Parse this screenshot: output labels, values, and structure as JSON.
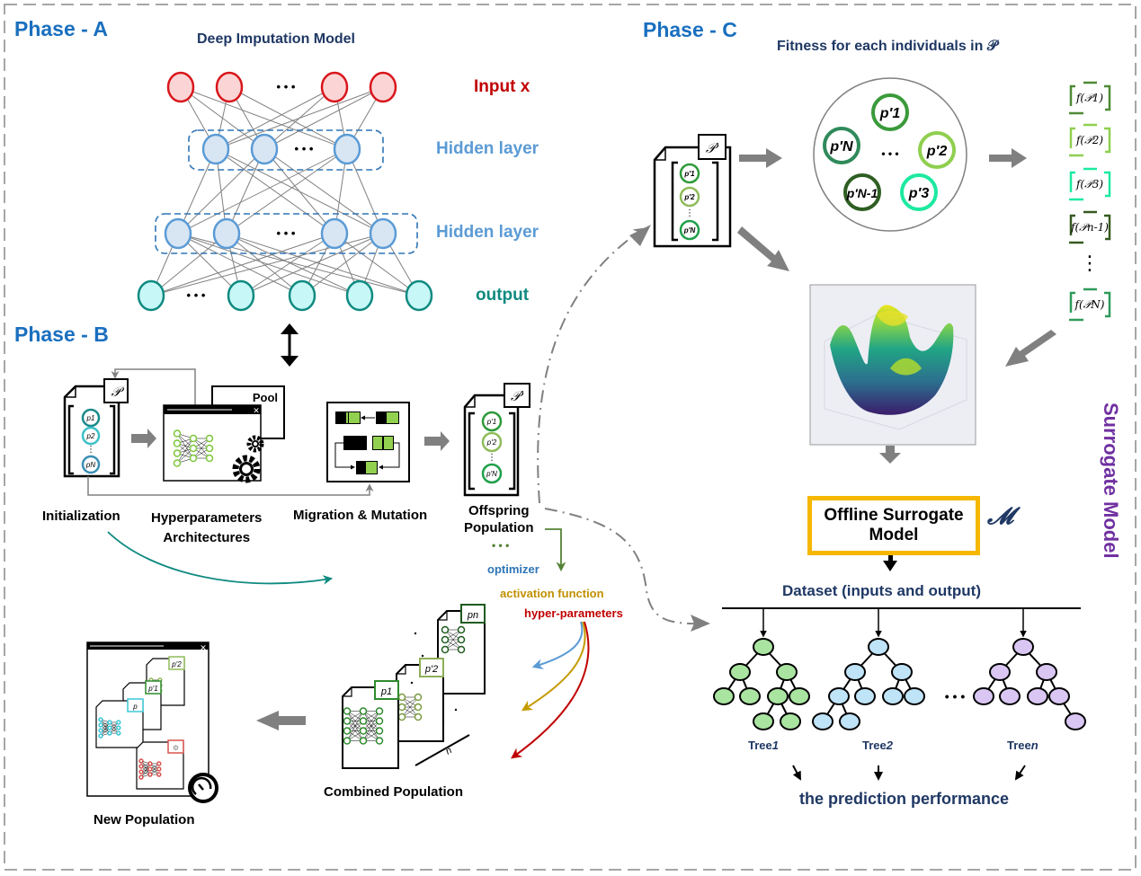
{
  "phases": {
    "a": "Phase - A",
    "b": "Phase - B",
    "c": "Phase - C"
  },
  "phase_a": {
    "title": "Deep Imputation Model",
    "input_label": "Input x",
    "hidden1_label": "Hidden layer",
    "hidden2_label": "Hidden layer",
    "output_label": "output",
    "ellipsis": "• • •",
    "colors": {
      "input": "#d9161c",
      "hidden": "#5b9bd5",
      "output": "#0f8a80"
    }
  },
  "phase_b": {
    "population_symbol": "𝒫",
    "individuals": [
      "p1",
      "p2",
      "pN"
    ],
    "pool_label": "Pool",
    "steps": {
      "initialization": "Initialization",
      "hyper_arch_line1": "Hyperparameters",
      "hyper_arch_line2": "Architectures",
      "migration_mutation": "Migration & Mutation",
      "offspring_line1": "Offspring",
      "offspring_line2": "Population"
    },
    "offspring_symbol": "𝒫′",
    "offspring_individuals": [
      "p′1",
      "p′2",
      "p′N"
    ],
    "param_ellipsis": "• • •",
    "params": [
      {
        "label": "optimizer",
        "color": "#2e75b6"
      },
      {
        "label": "activation function",
        "color": "#c09000"
      },
      {
        "label": "hyper-parameters",
        "color": "#c00000"
      }
    ],
    "combined_population": "Combined Population",
    "combined_tags": [
      "p1",
      "p′2",
      "pn"
    ],
    "combined_n": "n",
    "new_population": "New Population",
    "new_tags": [
      "p",
      "p′1",
      "p′2"
    ]
  },
  "phase_c": {
    "title": "Fitness for each individuals in 𝒫",
    "population_symbol": "𝒫′",
    "individuals": [
      "p′1",
      "p′2",
      "p′N"
    ],
    "circle_members": [
      {
        "label": "p′1",
        "color": "#3a9a3a"
      },
      {
        "label": "p′2",
        "color": "#8fcf4f"
      },
      {
        "label": "p′3",
        "color": "#1de9a0"
      },
      {
        "label": "p′N-1",
        "color": "#2e5e22"
      },
      {
        "label": "p′N",
        "color": "#2f8a5a"
      }
    ],
    "circle_ellipsis": "• • •",
    "fitness": [
      {
        "label": "f(𝒫1)",
        "color": "#4e8a35"
      },
      {
        "label": "f(𝒫2)",
        "color": "#8fcf4f"
      },
      {
        "label": "f(𝒫3)",
        "color": "#1de9a0"
      },
      {
        "label": "f(𝒫n-1)",
        "color": "#375a20"
      },
      {
        "label": "f(𝒫N)",
        "color": "#2f9a5a"
      }
    ],
    "fitness_ellipsis": "⋮",
    "surrogate_box": "Offline Surrogate Model",
    "surrogate_symbol": "𝓜",
    "side_title": "Surrogate Model",
    "dataset_label": "Dataset (inputs and output)",
    "trees": [
      {
        "label": "Tree1",
        "name": "Tree",
        "idx": "1",
        "color": "#a9e4a0"
      },
      {
        "label": "Tree2",
        "name": "Tree",
        "idx": "2",
        "color": "#bfe3f7"
      },
      {
        "label": "Treen",
        "name": "Tree",
        "idx": "n",
        "color": "#d9c6f2"
      }
    ],
    "tree_ellipsis": "• • •",
    "prediction_label": "the prediction performance"
  }
}
